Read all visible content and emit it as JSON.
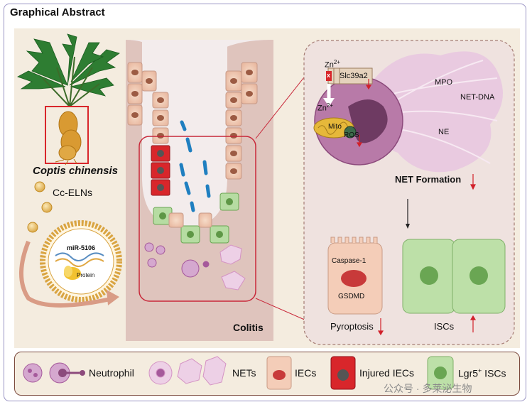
{
  "header": {
    "title": "Graphical Abstract"
  },
  "plant": {
    "name": "Coptis chinensis",
    "eln_label": "Cc-ELNs"
  },
  "vesicle": {
    "mirna": "miR-5106",
    "protein": "Protein"
  },
  "crypt": {
    "label": "Colitis"
  },
  "net_panel": {
    "zinc_top": "Zn",
    "zinc_top_charge": "2+",
    "transporter": "Slc39a2",
    "zinc_inner": "Zn",
    "zinc_inner_charge": "2+",
    "mito": "Mito",
    "ros": "ROS",
    "mpo": "MPO",
    "net_dna": "NET-DNA",
    "ne": "NE",
    "net_formation": "NET Formation",
    "caspase": "Caspase-1",
    "gsdmd": "GSDMD",
    "pyroptosis": "Pyroptosis",
    "iscs": "ISCs"
  },
  "legend": {
    "neutrophil": "Neutrophil",
    "nets": "NETs",
    "iecs": "IECs",
    "injured_iecs": "Injured IECs",
    "lgr5_prefix": "Lgr5",
    "lgr5_sup": "+",
    "lgr5_suffix": " ISCs"
  },
  "watermark": "公众号 · 多莱泌生物",
  "colors": {
    "frame": "#9a94c4",
    "panel_bg": "#f4ecdf",
    "crypt_red": "#c8283a",
    "neutrophil": "#a5599b",
    "iec_fill": "#f3d3c2",
    "iscs_green": "#b6dca2",
    "injured_red": "#d8262b",
    "arrow_red": "#d1202a"
  }
}
